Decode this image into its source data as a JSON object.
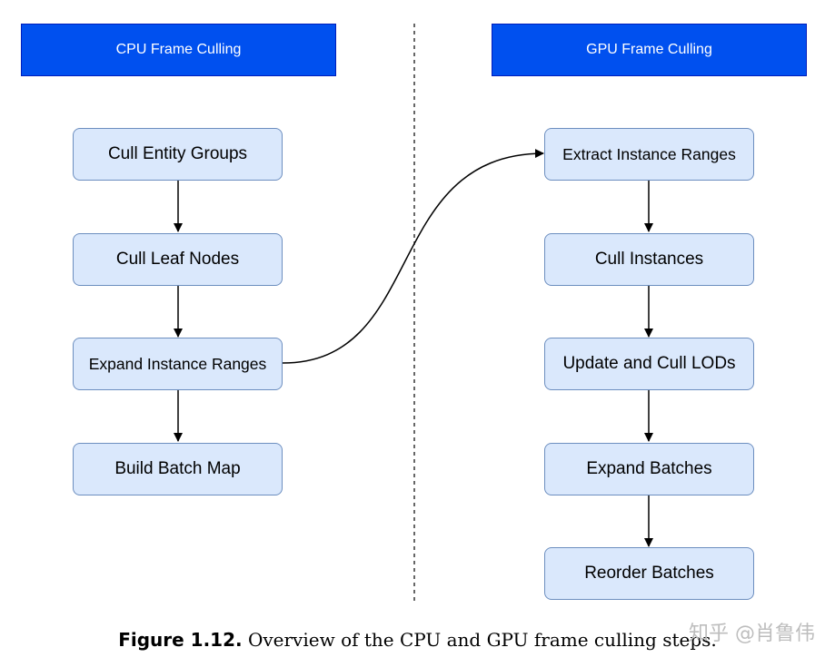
{
  "headers": {
    "cpu": "CPU Frame Culling",
    "gpu": "GPU Frame Culling"
  },
  "cpu_steps": [
    "Cull Entity Groups",
    "Cull Leaf Nodes",
    "Expand Instance Ranges",
    "Build Batch Map"
  ],
  "gpu_steps": [
    "Extract Instance Ranges",
    "Cull Instances",
    "Update and Cull LODs",
    "Expand Batches",
    "Reorder Batches"
  ],
  "caption": {
    "label": "Figure 1.12.",
    "text": "Overview of the CPU and GPU frame culling steps."
  },
  "watermark": "知乎 @肖鲁伟",
  "colors": {
    "header_fill": "#0050ef",
    "node_fill": "#dae8fc",
    "node_border": "#6c8ebf"
  }
}
